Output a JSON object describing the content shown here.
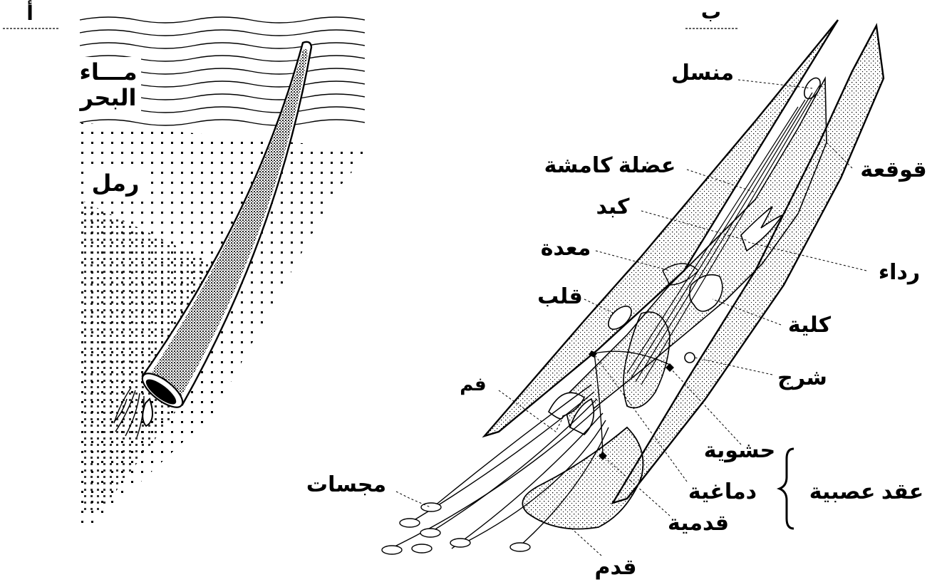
{
  "panels": {
    "a": {
      "letter": "أ"
    },
    "b": {
      "letter": "ب"
    }
  },
  "panel_a": {
    "sea_water_line1": "مـــاء",
    "sea_water_line2": "البحر",
    "sand": "رمل"
  },
  "panel_b": {
    "gonad": "منسل",
    "retractor_muscle": "عضلة كامشة",
    "shell": "قوقعة",
    "liver": "كبد",
    "stomach": "معدة",
    "mantle": "رداء",
    "heart": "قلب",
    "kidney": "كلية",
    "anus": "شرج",
    "mouth": "فم",
    "visceral": "حشوية",
    "cerebral": "دماغية",
    "pedal": "قدمية",
    "ganglia": "عقد عصبية",
    "captacula": "مجسات",
    "foot": "قدم"
  },
  "colors": {
    "ink": "#000000",
    "stipple": "#000000",
    "background": "#ffffff"
  }
}
